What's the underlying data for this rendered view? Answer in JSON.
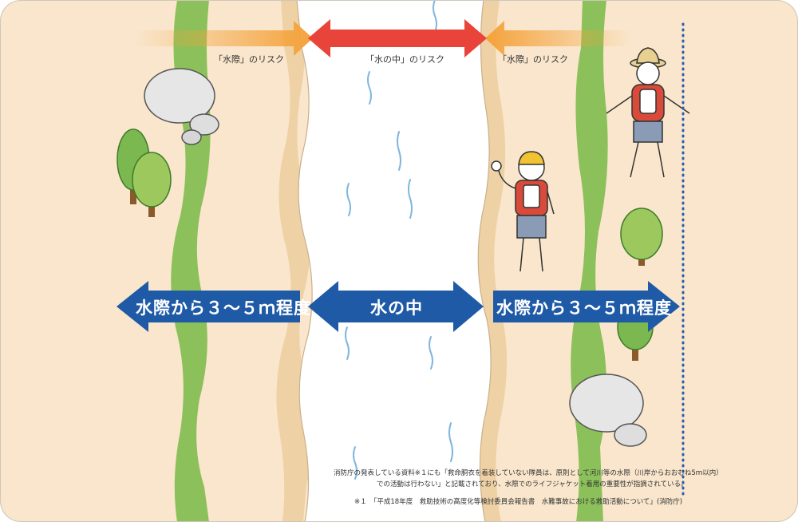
{
  "labels": {
    "left_risk": "「水際」のリスク",
    "center_risk": "「水の中」のリスク",
    "right_risk": "「水際」のリスク",
    "left_zone": "水際から３～５ｍ程度",
    "center_zone": "水の中",
    "right_zone": "水際から３～５ｍ程度"
  },
  "notes": {
    "line1": "消防庁の発表している資料※１にも「救命胴衣を着装していない隊員は、原則として河川等の水際（川岸からおおむね5ｍ以内）",
    "line2": "での活動は行わない」と記載されており、水際でのライフジャケット着用の重要性が指摘されている。",
    "footnote": "※１　「平成18年度　救助技術の高度化等検討委員会報告書　水難事故における救助活動について」(消防庁)"
  },
  "colors": {
    "bank": "#f9e6cc",
    "grass": "#8cc05a",
    "water": "#ffffff",
    "blue_arrow": "#1f5aa6",
    "red_arrow": "#e8443a",
    "orange_arrow": "#f4a23a",
    "dotted_line": "#2a5db0"
  }
}
